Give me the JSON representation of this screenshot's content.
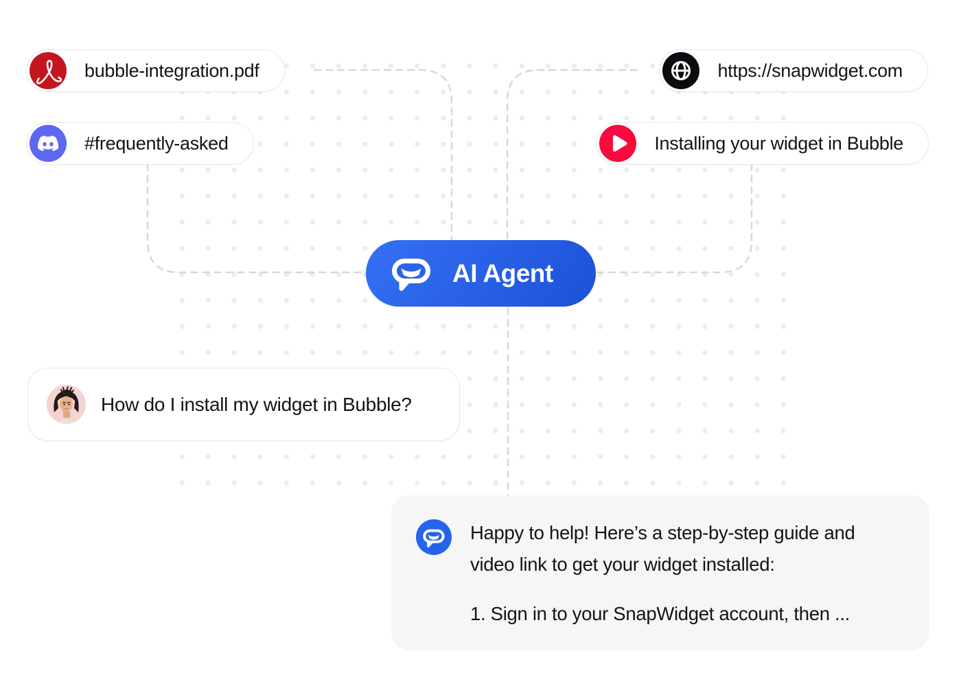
{
  "illustration": {
    "description": "AI Agent knowledge-sources diagram with chat question and answer"
  },
  "colors": {
    "pdf_red": "#C4161F",
    "discord_blurple": "#5C67F2",
    "globe_black": "#0B0C0F",
    "play_red": "#F80A3E",
    "agent_blue_light": "#3570F4",
    "agent_blue_dark": "#1C51D8",
    "agent_blue_mid": "#2B64EA",
    "answer_icon_blue": "#2563EB",
    "dash_gray": "#D7D7DA",
    "dot_gray": "#ECECEF",
    "card_border": "#E8E8EB",
    "answer_bg": "#F6F6F7",
    "text_dark": "#131417",
    "avatar_pink": "#F2D4D0"
  },
  "sources": [
    {
      "id": "pdf",
      "label": "bubble-integration.pdf",
      "icon": "pdf-icon"
    },
    {
      "id": "discord",
      "label": "#frequently-asked",
      "icon": "discord-icon"
    },
    {
      "id": "website",
      "label": "https://snapwidget.com",
      "icon": "globe-icon"
    },
    {
      "id": "video",
      "label": "Installing your widget in Bubble",
      "icon": "play-icon"
    }
  ],
  "agent": {
    "label": "AI Agent",
    "icon": "chat-bubble-icon"
  },
  "question": {
    "text": "How do I install my widget in Bubble?",
    "avatar": "user-avatar"
  },
  "answer": {
    "icon": "chat-bubble-icon",
    "lines": [
      "Happy to help! Here’s a step-by-step guide and",
      "video link to get your widget installed:"
    ],
    "list_item": "1. Sign in to your SnapWidget account, then ..."
  }
}
